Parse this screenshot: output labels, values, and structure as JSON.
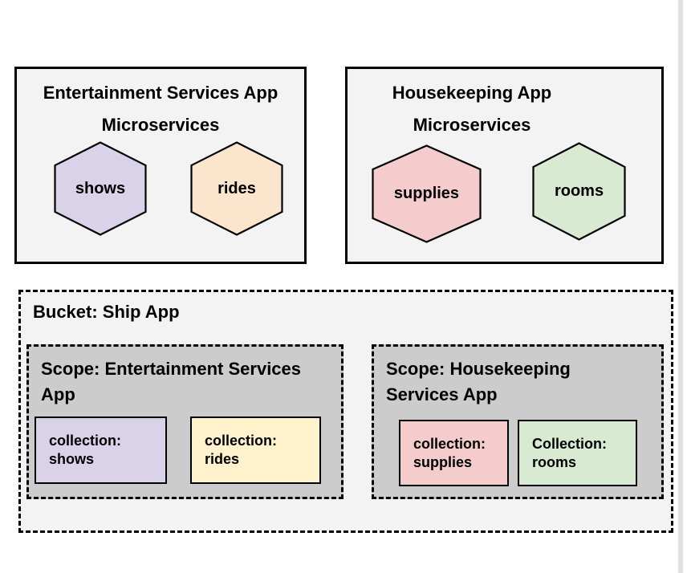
{
  "colors": {
    "page_bg": "#ffffff",
    "box_bg": "#f3f3f3",
    "scope_bg": "#cccccc",
    "border": "#000000",
    "scroll_strip": "#e2e2e2",
    "shows": "#d9d2e9",
    "rides_hex": "#fce5cd",
    "rides_collection": "#fff2cc",
    "supplies": "#f4cccc",
    "rooms": "#d9ead3"
  },
  "apps": [
    {
      "title_line1": "Entertainment Services App",
      "title_line2": "Microservices",
      "services": [
        {
          "label": "shows",
          "color": "#d9d2e9"
        },
        {
          "label": "rides",
          "color": "#fce5cd"
        }
      ]
    },
    {
      "title_line1": "Housekeeping App",
      "title_line2": "Microservices",
      "services": [
        {
          "label": "supplies",
          "color": "#f4cccc"
        },
        {
          "label": "rooms",
          "color": "#d9ead3"
        }
      ]
    }
  ],
  "bucket": {
    "title": "Bucket: Ship App",
    "bg": "#f3f3f3",
    "scopes": [
      {
        "title_line1": "Scope: Entertainment Services",
        "title_line2": "App",
        "bg": "#cccccc",
        "collections": [
          {
            "label_line1": "collection:",
            "label_line2": "shows",
            "color": "#d9d2e9"
          },
          {
            "label_line1": "collection:",
            "label_line2": "rides",
            "color": "#fff2cc"
          }
        ]
      },
      {
        "title_line1": "Scope: Housekeeping",
        "title_line2": "Services App",
        "bg": "#cccccc",
        "collections": [
          {
            "label_line1": "collection:",
            "label_line2": "supplies",
            "color": "#f4cccc"
          },
          {
            "label_line1": "Collection:",
            "label_line2": "rooms",
            "color": "#d9ead3"
          }
        ]
      }
    ]
  }
}
